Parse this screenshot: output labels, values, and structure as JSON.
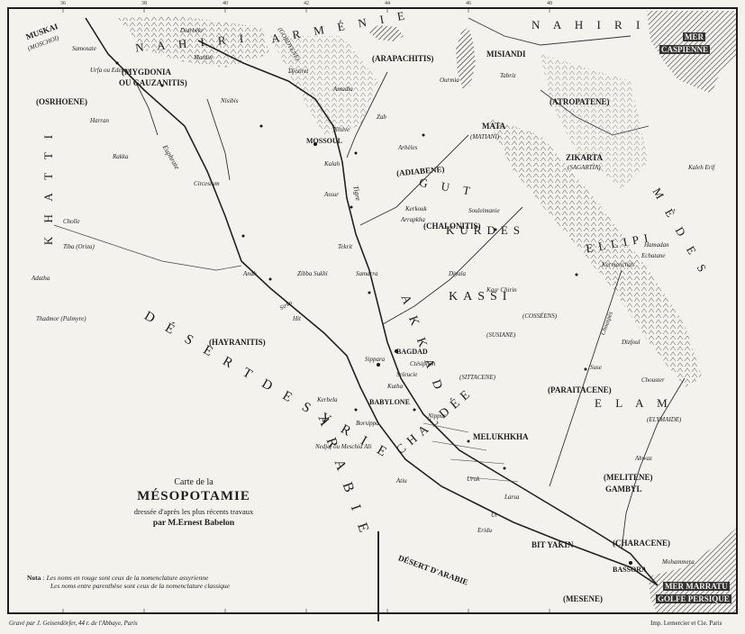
{
  "title_block": {
    "line1": "Carte de la",
    "line2": "MÉSOPOTAMIE",
    "line3": "dressée d'après les plus récents travaux",
    "line4": "par M.Ernest Babelon"
  },
  "nota": {
    "label": "Nota",
    "line1": "Les noms en rouge sont ceux de la nomenclature assyrienne",
    "line2": "Les noms entre parenthèse sont ceux de la nomenclature classique"
  },
  "footer": {
    "left": "Gravé par J. Geisendörfer, 44 r. de l'Abbaye, Paris",
    "right": "Imp. Lemercier et Cie. Paris"
  },
  "regions": {
    "nahiri_west": "N A H I R I",
    "nahiri_east": "N A H I R I",
    "armenie": "A R M É N I E",
    "khatti": "K H A T T I",
    "muskai": "MUSKAI",
    "moschoi": "(MOSCHOI)",
    "mer_caspienne_1": "MER",
    "mer_caspienne_2": "CASPIENNE",
    "misiandi": "MISIANDI",
    "mata": "MATA",
    "matiani": "(MATIANI)",
    "atropatene": "(ATROPATENE)",
    "zikarta": "ZIKARTA",
    "sagartia": "(SAGARTIA)",
    "medes": "M È D E S",
    "ellipi": "ELLIPI",
    "kurdes": "KURDES",
    "kassi": "KASSI",
    "cosseens": "(COSSÉENS)",
    "guti": "G U T",
    "mygdonia": "(MYGDONIA",
    "gauzanitis": "OU GAUZANITIS)",
    "osrhoene": "(OSRHOENE)",
    "gordyene": "(GORDYENE)",
    "arapachitis": "(ARAPACHITIS)",
    "adiabene": "(ADIABENE)",
    "chalonitis": "(CHALONITIS)",
    "sittacene": "(SITTACENE)",
    "susiane": "(SUSIANE)",
    "paraitacene": "(PARAITACENE)",
    "elymaide": "(ELYMAIDE)",
    "melitene": "(MELITENE)",
    "gambyl": "GAMBYL",
    "chaldee": "CHALDÉE",
    "melukhkha": "MELUKHKHA",
    "bit_yakin": "BIT YAKIN",
    "characene": "(CHARACENE)",
    "desert_syrie": "D É S E R T   D E   S Y R I E",
    "desert_arabie": "DÉSERT D'ARABIE",
    "hayranitis": "(HAYRANITIS)",
    "mesene": "(MESENE)",
    "golfe_persique_1": "MER MARRATU",
    "golfe_persique_2": "GOLFE PERSIQUE",
    "elam": "E L A M",
    "arabie_letters": "A R A B I E",
    "susiane_letters": "A K K A D"
  },
  "rivers": {
    "euphrate": "Euphrate",
    "tigre": "Tigre"
  },
  "cities": {
    "mossoul": "MOSSOUL",
    "babylone": "BABYLONE",
    "bagdad": "BAGDAD",
    "bassora": "BASSORA",
    "erbil": "Arbèles",
    "nisibe": "Nisibis",
    "harran": "Harran",
    "ourfa": "Urfa ou Edesse",
    "samosate": "Samosate",
    "kalah": "Kalah",
    "ninive": "Ninive",
    "assur": "Assur",
    "ctesiphon": "Ctésiphon",
    "seleucie": "Seleucie",
    "sippara": "Sippara",
    "kutha": "Kutha",
    "borsippa": "Borsippa",
    "nippur": "Nippur",
    "uruk": "Uruk",
    "ur": "Ur",
    "larsa": "Larsa",
    "eridu": "Eridu",
    "suse": "Suse",
    "hit": "Hit",
    "anah": "Anah",
    "rakka": "Rakka",
    "circesium": "Circesium",
    "tadmor": "Thadmor (Palmyre)",
    "tiba": "Tiba (Oriza)",
    "cholle": "Cholle",
    "adatha": "Adatha",
    "zibbi": "Zibba Sukhi",
    "sirku": "Sirku",
    "kerbela": "Kerbela",
    "nedjef": "Nedjef ou Meschid Ali",
    "samarra": "Samarra",
    "tekrit": "Tekrit",
    "diarbekr": "Diarbekr",
    "mardin": "Mardin",
    "djeziret": "Djeziret",
    "amadia": "Amadia",
    "urmia": "Ourmia",
    "tabriz": "Tabriz",
    "kermanshah": "Kermanchah",
    "hamadan": "Hamadan",
    "ecbatane": "Ecbatane",
    "kasr_chirin": "Kasr Chirin",
    "sulaimania": "Souleimanie",
    "kerkuk": "Kerkouk",
    "kalah_kerkuk": "Arrapkha",
    "zab": "Zab",
    "dyala": "Diyala",
    "choaspes": "Choaspès",
    "shuster": "Chouster",
    "dizful": "Dizfoul",
    "ahwaz": "Ahwaz",
    "mohammera": "Mohammera",
    "atiu": "Atiu",
    "rhagae": "Kaleh Erif"
  },
  "degrees": [
    "36",
    "38",
    "40",
    "42",
    "44",
    "46",
    "48"
  ]
}
